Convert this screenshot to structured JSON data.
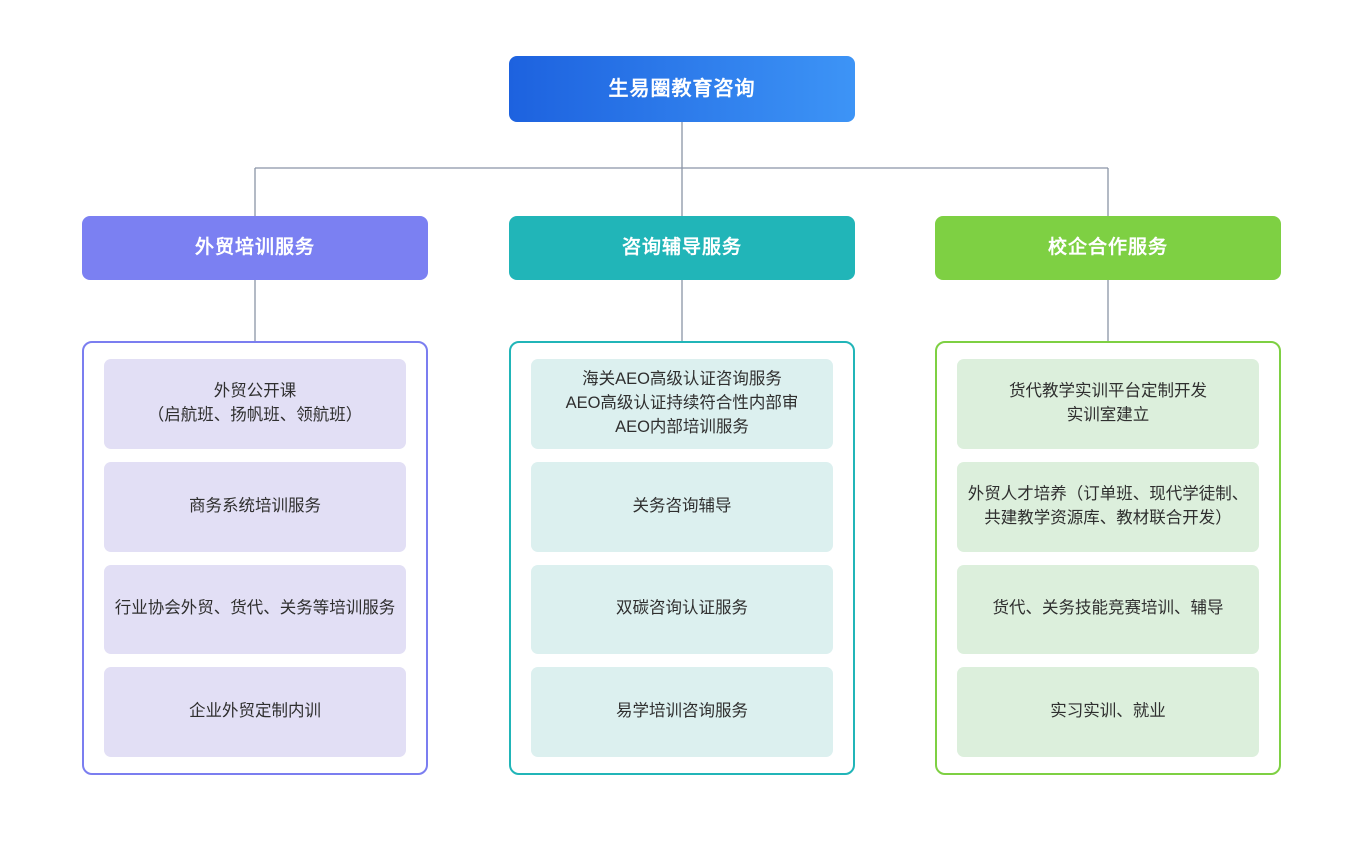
{
  "chart_data": {
    "type": "diagram",
    "title": "生易圈教育咨询",
    "layout": "organizational-tree",
    "levels": 3
  },
  "colors": {
    "root_gradient_start": "#1d62df",
    "root_gradient_end": "#3d94f6",
    "connector_line": "#8a94a6",
    "page_background": "#ffffff",
    "card_text": "#2f2f2f",
    "header_text": "#ffffff"
  },
  "root": {
    "label": "生易圈教育咨询"
  },
  "branches": [
    {
      "header_label": "外贸培训服务",
      "header_color": "#7b80f2",
      "border_color": "#7b7ef0",
      "card_bg": "#e2dff5",
      "items": [
        {
          "text": "外贸公开课\n（启航班、扬帆班、领航班）"
        },
        {
          "text": "商务系统培训服务"
        },
        {
          "text": "行业协会外贸、货代、关务等培训服务"
        },
        {
          "text": "企业外贸定制内训"
        }
      ]
    },
    {
      "header_label": "咨询辅导服务",
      "header_color": "#21b5b8",
      "border_color": "#21b5b8",
      "card_bg": "#dcf0ef",
      "items": [
        {
          "text": "海关AEO高级认证咨询服务\nAEO高级认证持续符合性内部审\nAEO内部培训服务"
        },
        {
          "text": "关务咨询辅导"
        },
        {
          "text": "双碳咨询认证服务"
        },
        {
          "text": "易学培训咨询服务"
        }
      ]
    },
    {
      "header_label": "校企合作服务",
      "header_color": "#7ed043",
      "border_color": "#7ed043",
      "card_bg": "#dcefdc",
      "items": [
        {
          "text": "货代教学实训平台定制开发\n实训室建立"
        },
        {
          "text": "外贸人才培养（订单班、现代学徒制、共建教学资源库、教材联合开发）"
        },
        {
          "text": "货代、关务技能竞赛培训、辅导"
        },
        {
          "text": "实习实训、就业"
        }
      ]
    }
  ]
}
